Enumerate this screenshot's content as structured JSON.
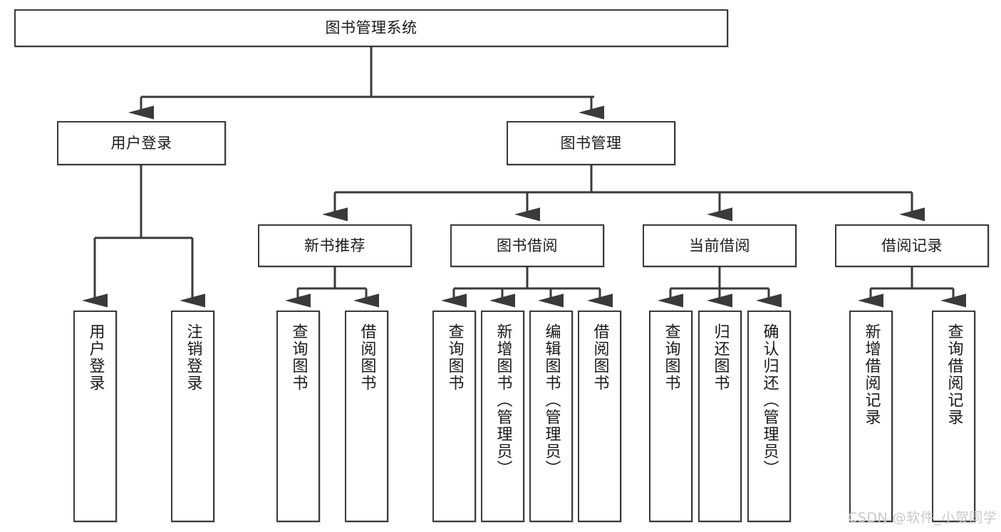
{
  "diagram": {
    "title": "图书管理系统",
    "type": "tree-hierarchy-chart",
    "orientation": "top-down",
    "colors": {
      "box_border": "#3a3a3a",
      "box_fill": "#ffffff",
      "edge": "#3a3a3a",
      "text": "#1a1a1a",
      "watermark": "#c9c9c9",
      "background": "#ffffff"
    }
  },
  "root": {
    "label": "图书管理系统"
  },
  "level2": [
    {
      "label": "用户登录"
    },
    {
      "label": "图书管理"
    }
  ],
  "level3": [
    {
      "label": "新书推荐"
    },
    {
      "label": "图书借阅"
    },
    {
      "label": "当前借阅"
    },
    {
      "label": "借阅记录"
    }
  ],
  "leaves": {
    "user_login": [
      {
        "label": "用户登录"
      },
      {
        "label": "注销登录"
      }
    ],
    "new_book": [
      {
        "label": "查询图书"
      },
      {
        "label": "借阅图书"
      }
    ],
    "book_borrow": [
      {
        "label": "查询图书"
      },
      {
        "label": "新增图书（管理员）"
      },
      {
        "label": "编辑图书（管理员）"
      },
      {
        "label": "借阅图书"
      }
    ],
    "current_borrow": [
      {
        "label": "查询图书"
      },
      {
        "label": "归还图书"
      },
      {
        "label": "确认归还（管理员）"
      }
    ],
    "borrow_record": [
      {
        "label": "新增借阅记录"
      },
      {
        "label": "查询借阅记录"
      }
    ]
  },
  "watermark": {
    "text": "CSDN @软件_小贺同学"
  },
  "chart_data": {
    "type": "table",
    "title": "图书管理系统",
    "nodes": [
      {
        "id": "root",
        "label": "图书管理系统",
        "level": 0,
        "parent": null
      },
      {
        "id": "n2-1",
        "label": "用户登录",
        "level": 1,
        "parent": "root"
      },
      {
        "id": "n2-2",
        "label": "图书管理",
        "level": 1,
        "parent": "root"
      },
      {
        "id": "n3-1",
        "label": "新书推荐",
        "level": 2,
        "parent": "n2-2"
      },
      {
        "id": "n3-2",
        "label": "图书借阅",
        "level": 2,
        "parent": "n2-2"
      },
      {
        "id": "n3-3",
        "label": "当前借阅",
        "level": 2,
        "parent": "n2-2"
      },
      {
        "id": "n3-4",
        "label": "借阅记录",
        "level": 2,
        "parent": "n2-2"
      },
      {
        "id": "l1",
        "label": "用户登录",
        "level": 2,
        "parent": "n2-1"
      },
      {
        "id": "l2",
        "label": "注销登录",
        "level": 2,
        "parent": "n2-1"
      },
      {
        "id": "l3",
        "label": "查询图书",
        "level": 3,
        "parent": "n3-1"
      },
      {
        "id": "l4",
        "label": "借阅图书",
        "level": 3,
        "parent": "n3-1"
      },
      {
        "id": "l5",
        "label": "查询图书",
        "level": 3,
        "parent": "n3-2"
      },
      {
        "id": "l6",
        "label": "新增图书（管理员）",
        "level": 3,
        "parent": "n3-2"
      },
      {
        "id": "l7",
        "label": "编辑图书（管理员）",
        "level": 3,
        "parent": "n3-2"
      },
      {
        "id": "l8",
        "label": "借阅图书",
        "level": 3,
        "parent": "n3-2"
      },
      {
        "id": "l9",
        "label": "查询图书",
        "level": 3,
        "parent": "n3-3"
      },
      {
        "id": "l10",
        "label": "归还图书",
        "level": 3,
        "parent": "n3-3"
      },
      {
        "id": "l11",
        "label": "确认归还（管理员）",
        "level": 3,
        "parent": "n3-3"
      },
      {
        "id": "l12",
        "label": "新增借阅记录",
        "level": 3,
        "parent": "n3-4"
      },
      {
        "id": "l13",
        "label": "查询借阅记录",
        "level": 3,
        "parent": "n3-4"
      }
    ]
  }
}
